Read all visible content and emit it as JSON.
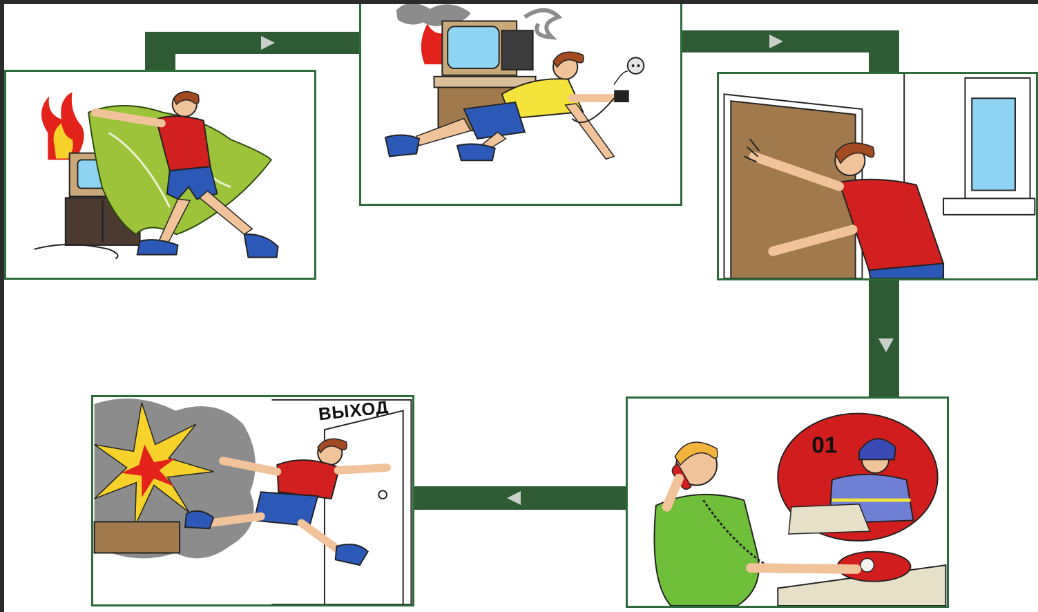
{
  "flow": {
    "step1": "cover-burning-tv-with-blanket",
    "step2": "unplug-tv-from-socket",
    "step3": "close-door-and-window",
    "step4": "call-fire-service",
    "step5": "evacuate-through-exit"
  },
  "signs": {
    "exit_label": "ВЫХОД",
    "emergency_number": "01"
  },
  "colors": {
    "pipe": "#2e5b33",
    "panel_border": "#2e6b3a",
    "arrow": "#c9cfc9",
    "fire": "#e3231b",
    "smoke": "#8c8c8c"
  }
}
